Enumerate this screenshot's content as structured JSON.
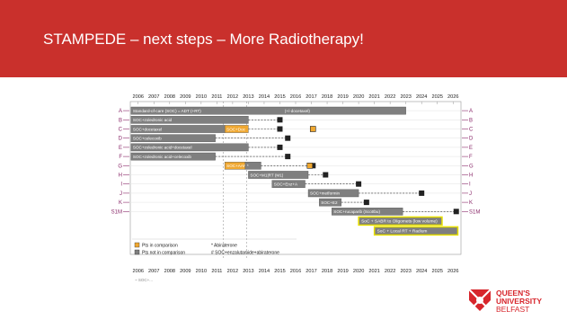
{
  "slide": {
    "title": "STAMPEDE – next steps – More Radiotherapy!",
    "header_color": "#c9302c"
  },
  "chart_data": {
    "type": "gantt",
    "years": [
      "2006",
      "2007",
      "2008",
      "2009",
      "2010",
      "2011",
      "2012",
      "2013",
      "2014",
      "2015",
      "2016",
      "2017",
      "2018",
      "2019",
      "2020",
      "2021",
      "2022",
      "2023",
      "2024",
      "2025",
      "2026"
    ],
    "arms": [
      {
        "label": "A",
        "bar_label": "Standard-of-care (SOC) = ADT (+RT)",
        "start": 2005.55,
        "end": 2023.0,
        "color": "#7f7f7f",
        "extra_label": "(+/-docetaxel)",
        "extra_at": 2015.3,
        "end_marker": null
      },
      {
        "label": "B",
        "bar_label": "SOC+zoledronic acid",
        "start": 2005.55,
        "end": 2013.0,
        "color": "#7f7f7f",
        "end_marker": 2015.0
      },
      {
        "label": "C",
        "bar_label": "SOC+docetaxel",
        "start": 2005.55,
        "end": 2011.5,
        "color": "#7f7f7f",
        "extra_label": "SOC+Doc",
        "extra_start": 2011.5,
        "extra_end": 2013.0,
        "extra_color": "#f0a830",
        "end_marker": 2015.0,
        "end_marker_orange": 2017.1
      },
      {
        "label": "D",
        "bar_label": "SOC+celecoxib",
        "start": 2005.55,
        "end": 2010.9,
        "color": "#7f7f7f",
        "end_marker": 2015.5
      },
      {
        "label": "E",
        "bar_label": "SOC+zoledronic acid+docetaxel",
        "start": 2005.55,
        "end": 2013.0,
        "color": "#7f7f7f",
        "end_marker": 2015.0
      },
      {
        "label": "F",
        "bar_label": "SOC+zoledronic acid+celecoxib",
        "start": 2005.55,
        "end": 2010.9,
        "color": "#7f7f7f",
        "end_marker": 2015.5
      },
      {
        "label": "G",
        "bar_label": "SOC+AAP",
        "start": 2011.5,
        "end": 2012.8,
        "color": "#f0a830",
        "extra_label": "*",
        "extra_start": 2012.8,
        "extra_end": 2013.8,
        "extra_color": "#7f7f7f",
        "end_marker": 2017.1,
        "end_marker_orange": 2016.9
      },
      {
        "label": "H",
        "bar_label": "SOC+M1|RT (M1)",
        "start": 2013.0,
        "end": 2016.8,
        "color": "#7f7f7f",
        "end_marker": 2017.9
      },
      {
        "label": "I",
        "bar_label": "SOC+Enz+A",
        "start": 2014.5,
        "end": 2016.6,
        "color": "#7f7f7f",
        "end_marker": 2020.0
      },
      {
        "label": "J",
        "bar_label": "SOC+metformin",
        "start": 2016.8,
        "end": 2020.0,
        "color": "#7f7f7f",
        "end_marker": 2024.0
      },
      {
        "label": "K",
        "bar_label": "SOC+E2",
        "start": 2017.5,
        "end": 2018.9,
        "color": "#7f7f7f",
        "end_marker": 2020.5
      },
      {
        "label": "S1M",
        "bar_label": "SOC+rucaparib (Scottbu)",
        "start": 2018.3,
        "end": 2022.8,
        "color": "#7f7f7f",
        "end_marker": 2026.2
      }
    ],
    "new_arms": [
      {
        "bar_label": "SoC + SABR to Oligomets (low volume)",
        "start": 2020.0,
        "end": 2025.3,
        "color": "#7f7f7f",
        "border": "#e8e000"
      },
      {
        "bar_label": "SoC + Local RT + Radium",
        "start": 2021.0,
        "end": 2026.3,
        "color": "#7f7f7f",
        "border": "#e8e000"
      }
    ],
    "legend": [
      {
        "swatch": "#f0a830",
        "label": "Pts in comparison"
      },
      {
        "swatch": "#7f7f7f",
        "label": "Pts not in comparison"
      }
    ],
    "notes": [
      "* Abiraterone",
      "# SOC+enzalutamide+abiraterone"
    ],
    "footer_stub": "~ SOC+..."
  },
  "logo": {
    "line1": "QUEEN'S",
    "line2": "UNIVERSITY",
    "line3": "BELFAST"
  }
}
